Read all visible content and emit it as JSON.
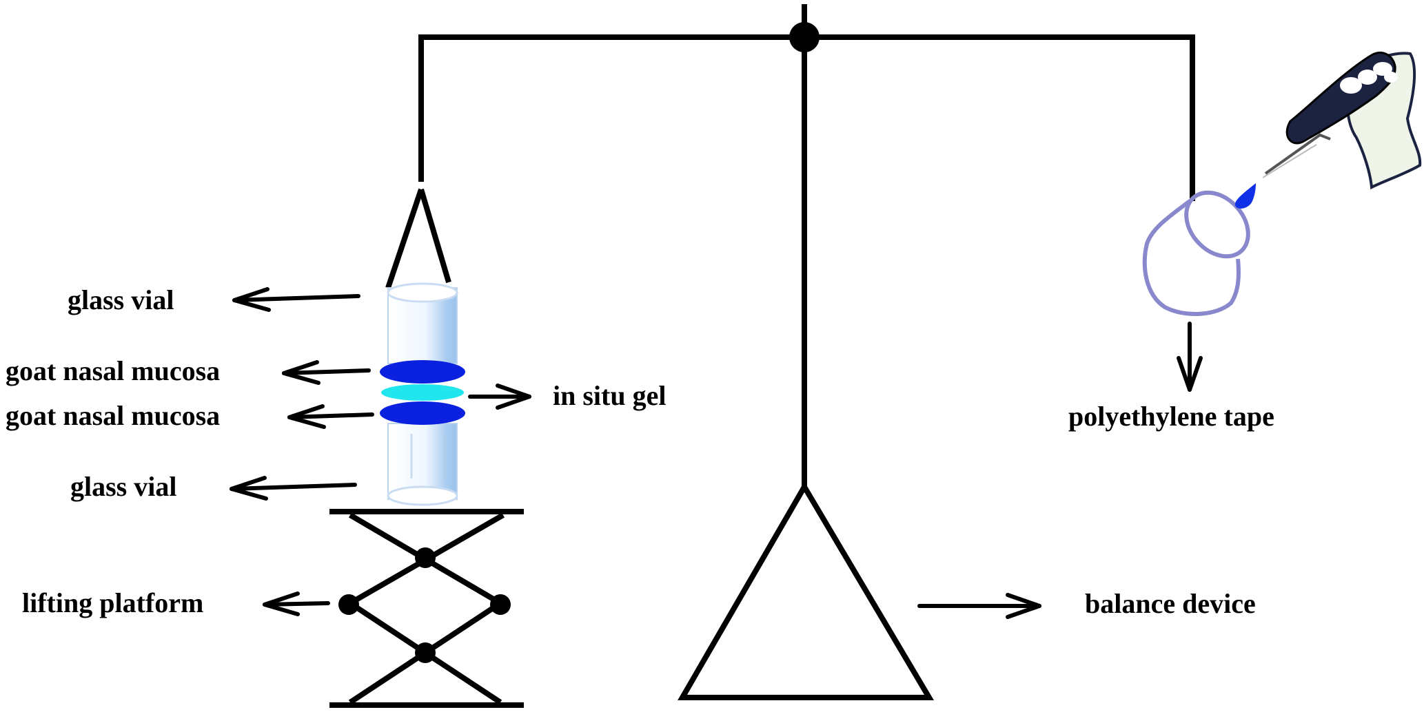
{
  "labels": {
    "glass_vial_top": "glass vial",
    "goat_nasal_mucosa_top": "goat nasal mucosa",
    "goat_nasal_mucosa_bottom": "goat nasal mucosa",
    "in_situ_gel": "in situ gel",
    "glass_vial_bottom": "glass vial",
    "lifting_platform": "lifting platform",
    "polyethylene_tape": "polyethylene tape",
    "balance_device": "balance device"
  },
  "colors": {
    "line": "#000000",
    "mucosa": "#0a22e0",
    "gel": "#22e6ee",
    "vial": "#a8ccf0",
    "tape": "#8a88cc",
    "drop": "#1030e8",
    "dropper_body": "#1c2340"
  },
  "icons": {
    "dropper_hand": "hand-holding-dropper-icon",
    "drop": "blue-drop-icon"
  }
}
